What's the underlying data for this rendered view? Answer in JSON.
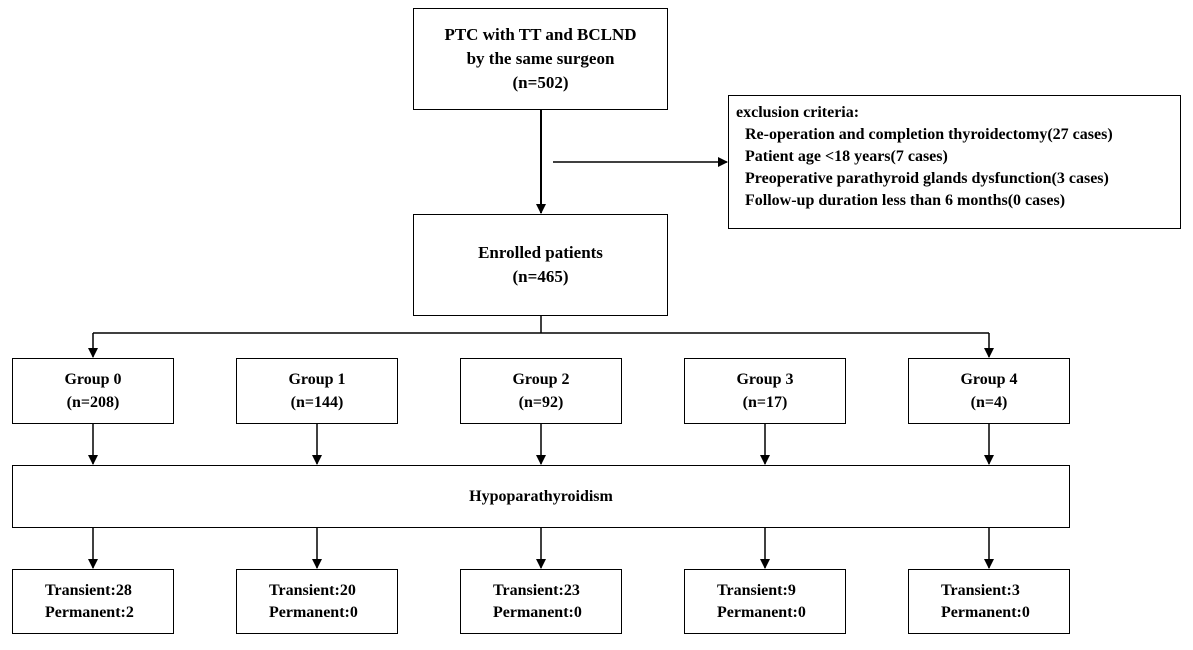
{
  "start": {
    "lines": [
      "PTC with TT and BCLND",
      "by the same surgeon",
      "(n=502)"
    ]
  },
  "exclusion": {
    "heading": "exclusion criteria:",
    "items": [
      "Re-operation and completion thyroidectomy(27 cases)",
      "Patient age <18 years(7 cases)",
      "Preoperative parathyroid glands dysfunction(3 cases)",
      "Follow-up duration less than 6 months(0 cases)"
    ]
  },
  "enrolled": {
    "lines": [
      "Enrolled patients",
      "(n=465)"
    ]
  },
  "groups": [
    {
      "name": "Group 0",
      "n": "(n=208)"
    },
    {
      "name": "Group 1",
      "n": "(n=144)"
    },
    {
      "name": "Group 2",
      "n": "(n=92)"
    },
    {
      "name": "Group 3",
      "n": "(n=17)"
    },
    {
      "name": "Group 4",
      "n": "(n=4)"
    }
  ],
  "outcome_bar": {
    "label": "Hypoparathyroidism"
  },
  "outcomes": [
    {
      "transient": "Transient:28",
      "permanent": "Permanent:2"
    },
    {
      "transient": "Transient:20",
      "permanent": "Permanent:0"
    },
    {
      "transient": "Transient:23",
      "permanent": "Permanent:0"
    },
    {
      "transient": "Transient:9",
      "permanent": "Permanent:0"
    },
    {
      "transient": "Transient:3",
      "permanent": "Permanent:0"
    }
  ]
}
